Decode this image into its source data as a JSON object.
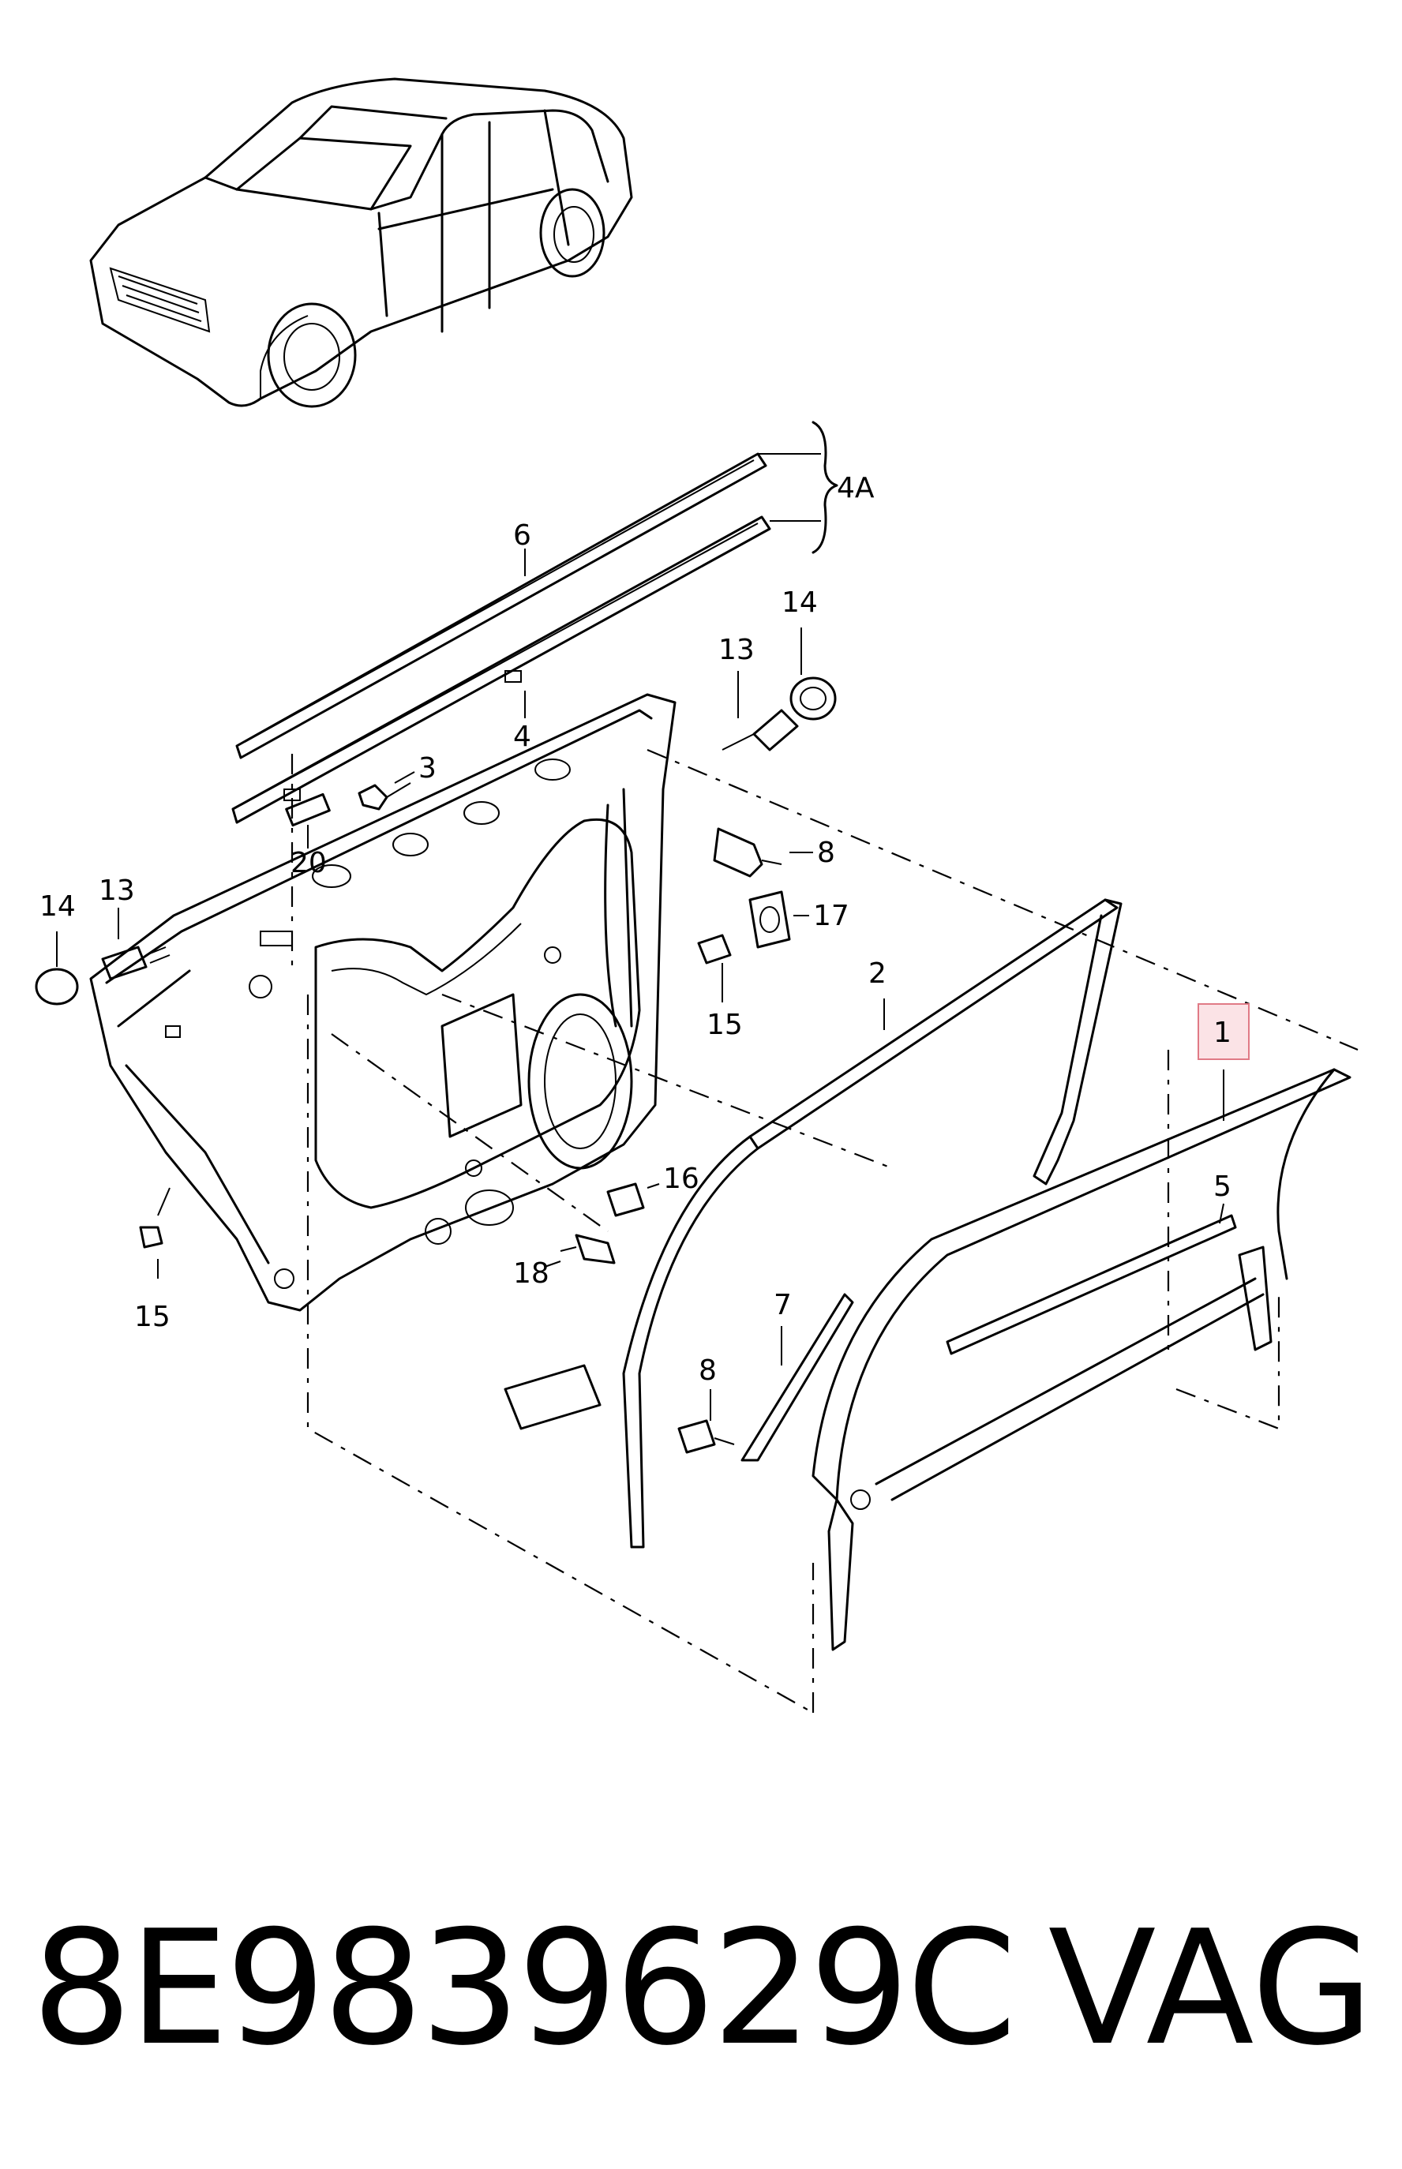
{
  "labels": {
    "l1": "1",
    "l2": "2",
    "l3": "3",
    "l4": "4",
    "l4a": "4A",
    "l5": "5",
    "l6": "6",
    "l7": "7",
    "l8a": "8",
    "l8b": "8",
    "l13a": "13",
    "l13b": "13",
    "l14a": "14",
    "l14b": "14",
    "l15a": "15",
    "l15b": "15",
    "l16": "16",
    "l17": "17",
    "l18": "18",
    "l20": "20"
  },
  "footer": {
    "part_number": "8E9839629C",
    "brand": "VAG"
  }
}
